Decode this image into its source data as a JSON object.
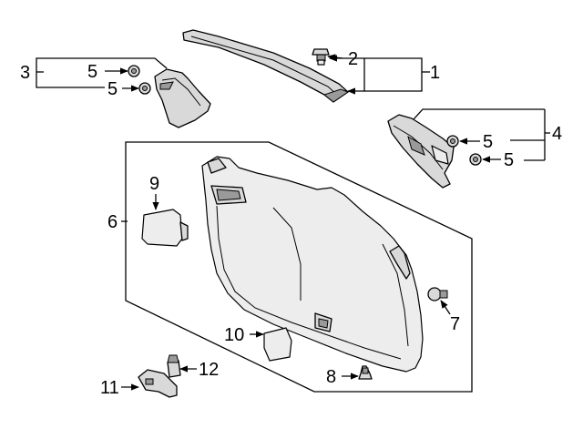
{
  "callouts": {
    "c1": "1",
    "c2": "2",
    "c3": "3",
    "c4": "4",
    "c5a": "5",
    "c5b": "5",
    "c5c": "5",
    "c5d": "5",
    "c6": "6",
    "c7": "7",
    "c8": "8",
    "c9": "9",
    "c10": "10",
    "c11": "11",
    "c12": "12"
  }
}
